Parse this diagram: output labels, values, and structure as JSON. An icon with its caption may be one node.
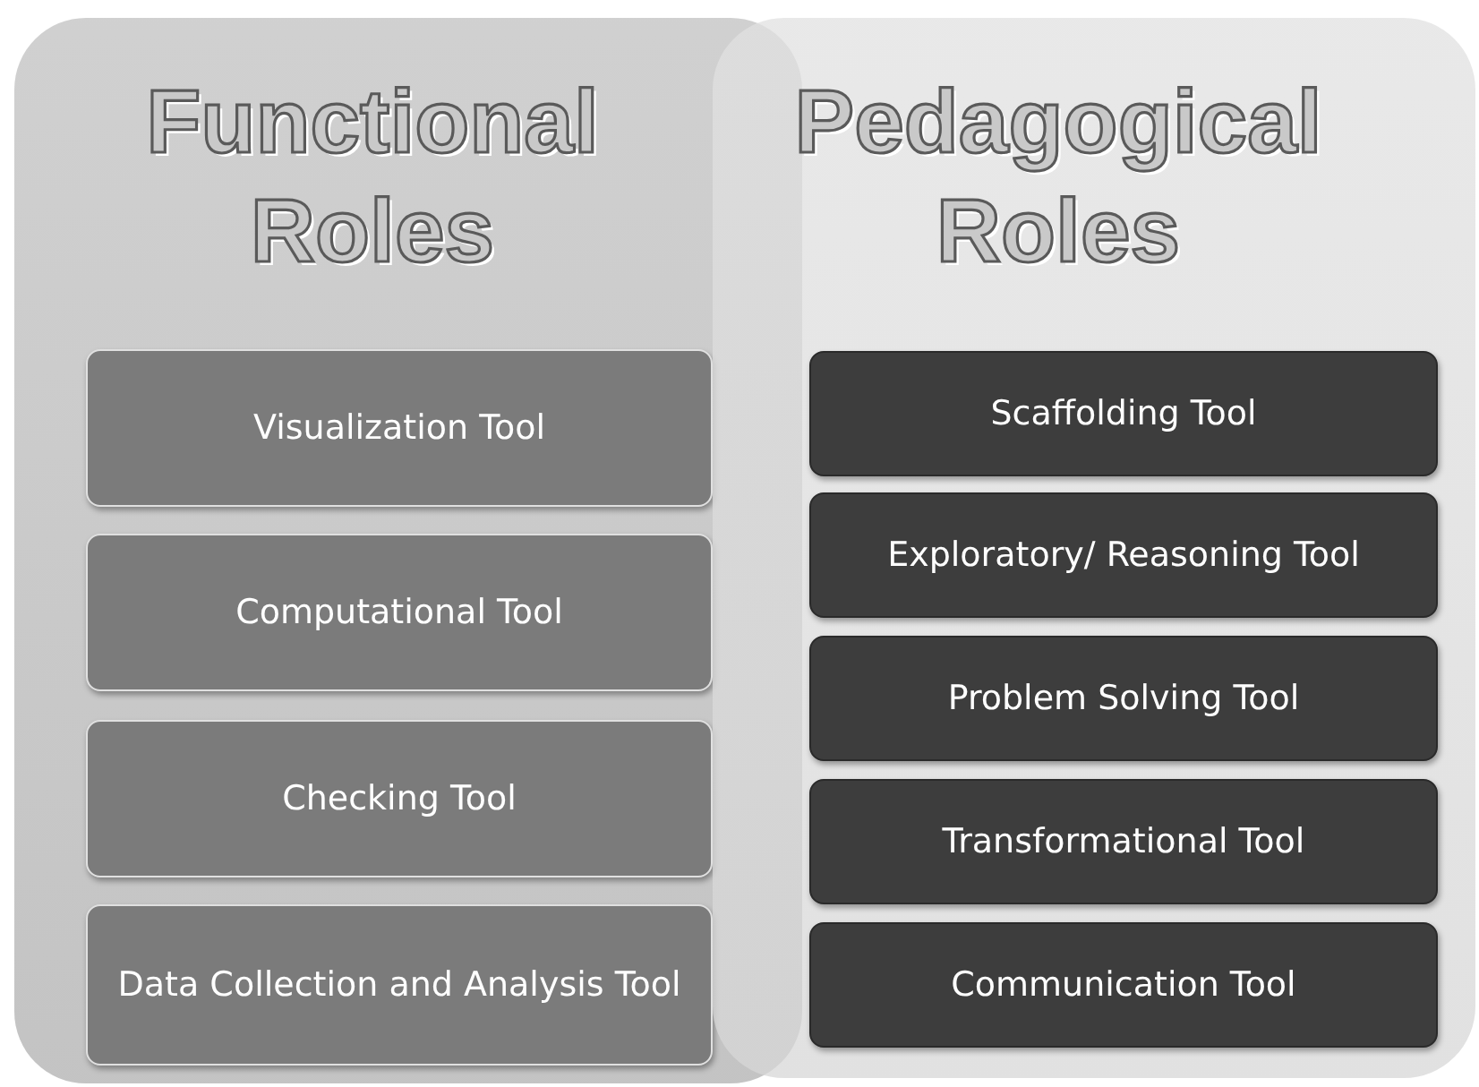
{
  "diagram": {
    "nodes": [
      {
        "text": [
          "Functional Roles"
        ]
      },
      {
        "text": [
          "Visualization Tool"
        ],
        "in": 0
      },
      {
        "text": [
          "Computational Tool"
        ],
        "in": 0
      },
      {
        "text": [
          "Checking Tool"
        ],
        "in": 0
      },
      {
        "text": [
          "Data Collection and Analysis Tool"
        ],
        "in": 0
      },
      {
        "text": [
          "Pedagogical Roles"
        ]
      },
      {
        "text": [
          "Scaffolding Tool"
        ],
        "in": 5
      },
      {
        "text": [
          "Exploratory/ Reasoning Tool"
        ],
        "in": 5
      },
      {
        "text": [
          "Problem Solving Tool"
        ],
        "in": 5
      },
      {
        "text": [
          "Transformational Tool"
        ],
        "in": 5
      },
      {
        "text": [
          "Communication Tool"
        ],
        "in": 5
      }
    ]
  }
}
